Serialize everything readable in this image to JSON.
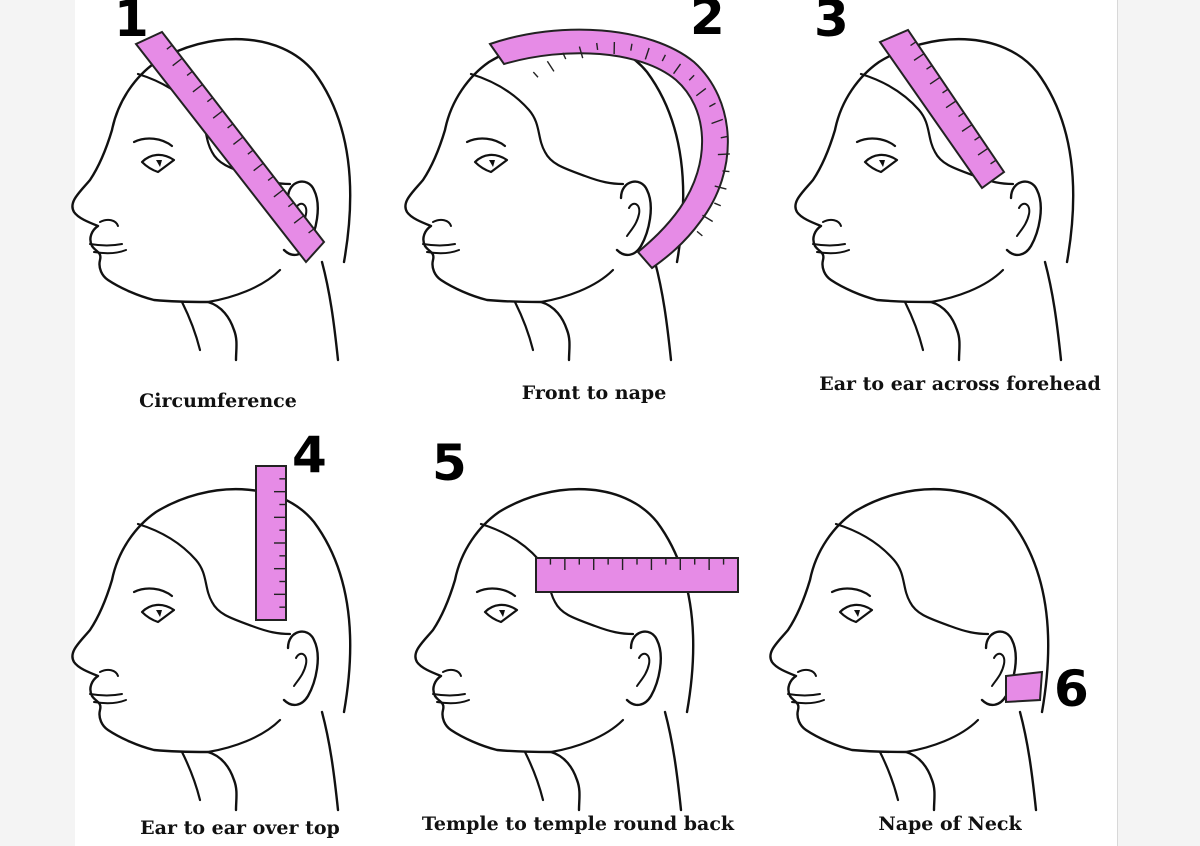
{
  "figure": {
    "panels": [
      {
        "number": "1",
        "caption": "Circumference"
      },
      {
        "number": "2",
        "caption": "Front to nape"
      },
      {
        "number": "3",
        "caption": "Ear to ear across forehead"
      },
      {
        "number": "4",
        "caption": "Ear to ear over top"
      },
      {
        "number": "5",
        "caption": "Temple to temple round back"
      },
      {
        "number": "6",
        "caption": "Nape of Neck"
      }
    ]
  },
  "colors": {
    "tape_fill": "#e68be6",
    "tape_stroke": "#222222",
    "line": "#111111",
    "background": "#ffffff",
    "outer_background": "#f4f4f4"
  }
}
